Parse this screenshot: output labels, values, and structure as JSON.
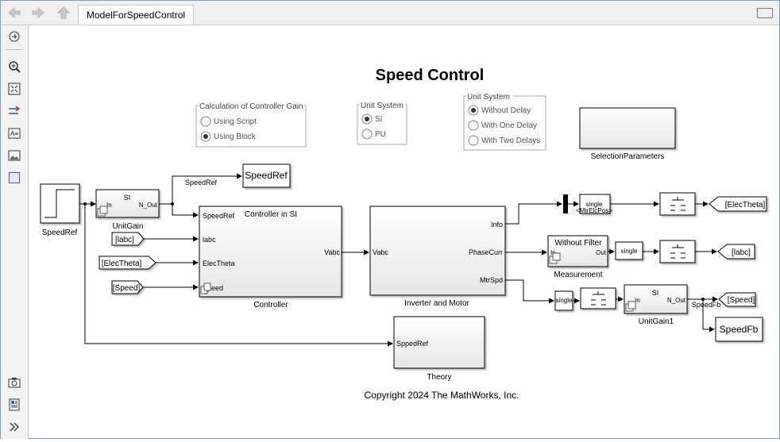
{
  "window": {
    "tab_label": "ModelForSpeedControl"
  },
  "toolbar": {
    "icons": [
      "hide-browser-icon",
      "zoom-in-icon",
      "fit-view-icon",
      "signal-arrow-icon",
      "annotation-icon",
      "image-icon",
      "area-icon",
      "camera-icon",
      "report-icon",
      "expand-icon"
    ]
  },
  "model": {
    "title": "Speed Control",
    "copyright": "Copyright 2024 The MathWorks, Inc.",
    "gain_group": {
      "title": "Calculation of Controller Gain",
      "options": [
        "Using Script",
        "Using Block"
      ],
      "selected": "Using Block"
    },
    "unit_group": {
      "title": "Unit System",
      "options": [
        "SI",
        "PU"
      ],
      "selected": "SI"
    },
    "unit_delay_group": {
      "title": "Unit System",
      "options": [
        "Without Delay",
        "With One Delay",
        "With Two Delays"
      ],
      "selected": "Without Delay"
    },
    "blocks": {
      "selection_parameters": "SelectionParameters",
      "speedref_source": "SpeedRef",
      "unitgain": {
        "name": "UnitGain",
        "unit": "SI",
        "in": "In",
        "out": "N_Out"
      },
      "speedref_goto": "SpeedRef",
      "speedref_signal": "SpeedRef",
      "from_labc": "[labc]",
      "from_electheta": "[ElecTheta]",
      "from_speed": "[Speed]",
      "controller": {
        "name": "Controller",
        "inner_title": "Controller in SI",
        "ports_in": [
          "SpeedRef",
          "labc",
          "ElecTheta",
          "Speed"
        ],
        "port_out": "Vabc"
      },
      "inverter": {
        "name": "Inverter and Motor",
        "port_in": "Vabc",
        "ports_out": [
          "Info",
          "PhaseCurr",
          "MtrSpd"
        ]
      },
      "bus_select": {
        "label": "single",
        "sublabel": "<MtrElcPos>"
      },
      "goto_electheta": "[ElecTheta]",
      "measurement": {
        "name": "Measurement",
        "inner": "Without Filter",
        "in": "In",
        "out": "Out"
      },
      "single_1": "single",
      "goto_labc": "[labc]",
      "single_2": "single",
      "unitgain1": {
        "name": "UnitGain1",
        "unit": "SI",
        "in": "In",
        "out": "N_Out",
        "signal": "SpeedFb"
      },
      "goto_speed": "[Speed]",
      "speedfb_goto": "SpeedFb",
      "theory": {
        "name": "Theory",
        "port": "SppedRef"
      }
    }
  }
}
